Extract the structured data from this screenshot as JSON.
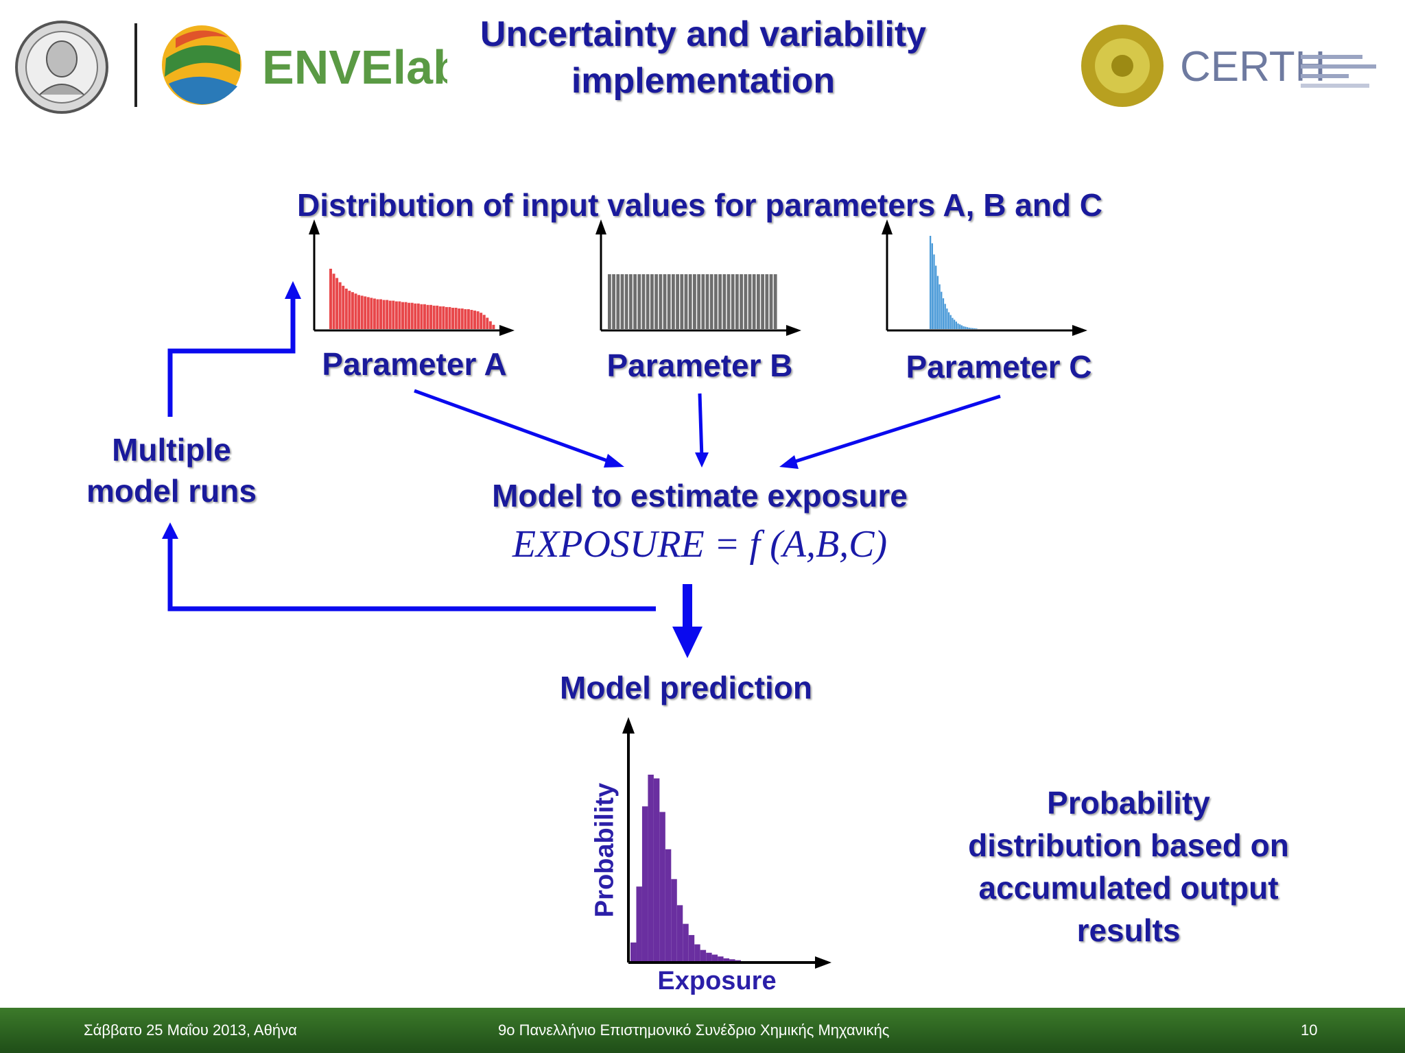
{
  "header": {
    "title_line1": "Uncertainty and variability",
    "title_line2": "implementation",
    "logos": {
      "university_seal": "seal-icon",
      "envelab_text": "ENVElab",
      "certh_text": "CERTH"
    }
  },
  "diagram": {
    "distribution_heading": "Distribution of input values for parameters A, B and C",
    "parameter_a_label": "Parameter A",
    "parameter_b_label": "Parameter B",
    "parameter_c_label": "Parameter C",
    "loop_label_line1": "Multiple",
    "loop_label_line2": "model runs",
    "model_label": "Model to estimate exposure",
    "equation": "EXPOSURE = f (A,B,C)",
    "prediction_label": "Model prediction",
    "result_text_line1": "Probability",
    "result_text_line2": "distribution based on",
    "result_text_line3": "accumulated output",
    "result_text_line4": "results",
    "colors": {
      "text_blue": "#1a1a9c",
      "arrow_blue": "#0a0aee",
      "param_a": "#e8474a",
      "param_b": "#6e6e6e",
      "param_c": "#4a9ad8",
      "output": "#6a2fa0"
    }
  },
  "chart_data": [
    {
      "type": "bar",
      "series": [
        {
          "values": [
            85,
            78,
            72,
            66,
            61,
            57,
            54,
            52,
            50,
            48,
            47,
            46,
            45,
            44,
            43,
            42,
            42,
            41,
            41,
            40,
            40,
            39,
            39,
            38,
            38,
            37,
            37,
            36,
            36,
            35,
            35,
            34,
            34,
            33,
            33,
            32,
            32,
            31,
            31,
            30,
            30,
            29,
            29,
            28,
            28,
            27,
            26,
            25,
            23,
            20,
            16,
            11,
            6
          ]
        }
      ],
      "color": "#e8474a",
      "xlabel": "Parameter A",
      "ylabel": "",
      "grid": false
    },
    {
      "type": "bar",
      "series": [
        {
          "values": [
            50,
            50,
            50,
            50,
            50,
            50,
            50,
            50,
            50,
            50,
            50,
            50,
            50,
            50,
            50,
            50,
            50,
            50,
            50,
            50,
            50,
            50,
            50,
            50,
            50,
            50,
            50,
            50,
            50,
            50,
            50,
            50,
            50,
            50,
            50,
            50,
            50,
            50,
            50,
            50
          ]
        }
      ],
      "color": "#6e6e6e",
      "xlabel": "Parameter B",
      "ylabel": "",
      "grid": false
    },
    {
      "type": "bar",
      "series": [
        {
          "values": [
            100,
            92,
            80,
            68,
            57,
            48,
            40,
            33,
            27,
            22,
            18,
            15,
            12,
            10,
            8,
            6,
            5,
            4,
            3,
            2.5,
            2,
            1.5,
            1.2,
            1,
            0.8,
            0.6
          ]
        }
      ],
      "color": "#4a9ad8",
      "xlabel": "Parameter C",
      "ylabel": "",
      "grid": false
    },
    {
      "type": "bar",
      "series": [
        {
          "values": [
            10,
            40,
            83,
            100,
            98,
            80,
            60,
            44,
            30,
            20,
            14,
            9,
            6,
            4.5,
            3.5,
            2.5,
            1.5,
            1,
            0.5
          ]
        }
      ],
      "color": "#6a2fa0",
      "xlabel": "Exposure",
      "ylabel": "Probability",
      "grid": false
    }
  ],
  "footer": {
    "date": "Σάββατο 25 Μαΐου 2013, Αθήνα",
    "conference": "9ο Πανελλήνιο Επιστημονικό Συνέδριο Χημικής Μηχανικής",
    "page_number": "10"
  }
}
